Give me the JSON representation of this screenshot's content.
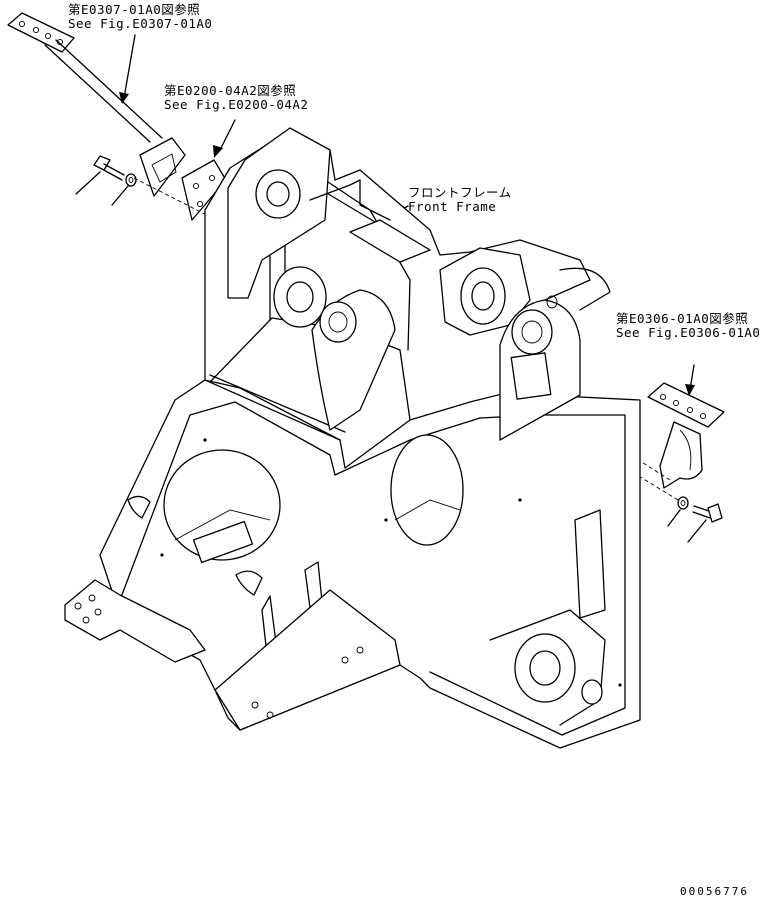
{
  "labels": {
    "ref1_jp": "第E0307-01A0図参照",
    "ref1_en": "See Fig.E0307-01A0",
    "ref2_jp": "第E0200-04A2図参照",
    "ref2_en": "See Fig.E0200-04A2",
    "part_jp": "フロントフレーム",
    "part_en": "Front Frame",
    "ref3_jp": "第E0306-01A0図参照",
    "ref3_en": "See Fig.E0306-01A0"
  },
  "part_number": "00056776",
  "icons": [
    "bracket-plate-icon",
    "bolt-icon",
    "washer-icon",
    "front-frame-icon"
  ]
}
